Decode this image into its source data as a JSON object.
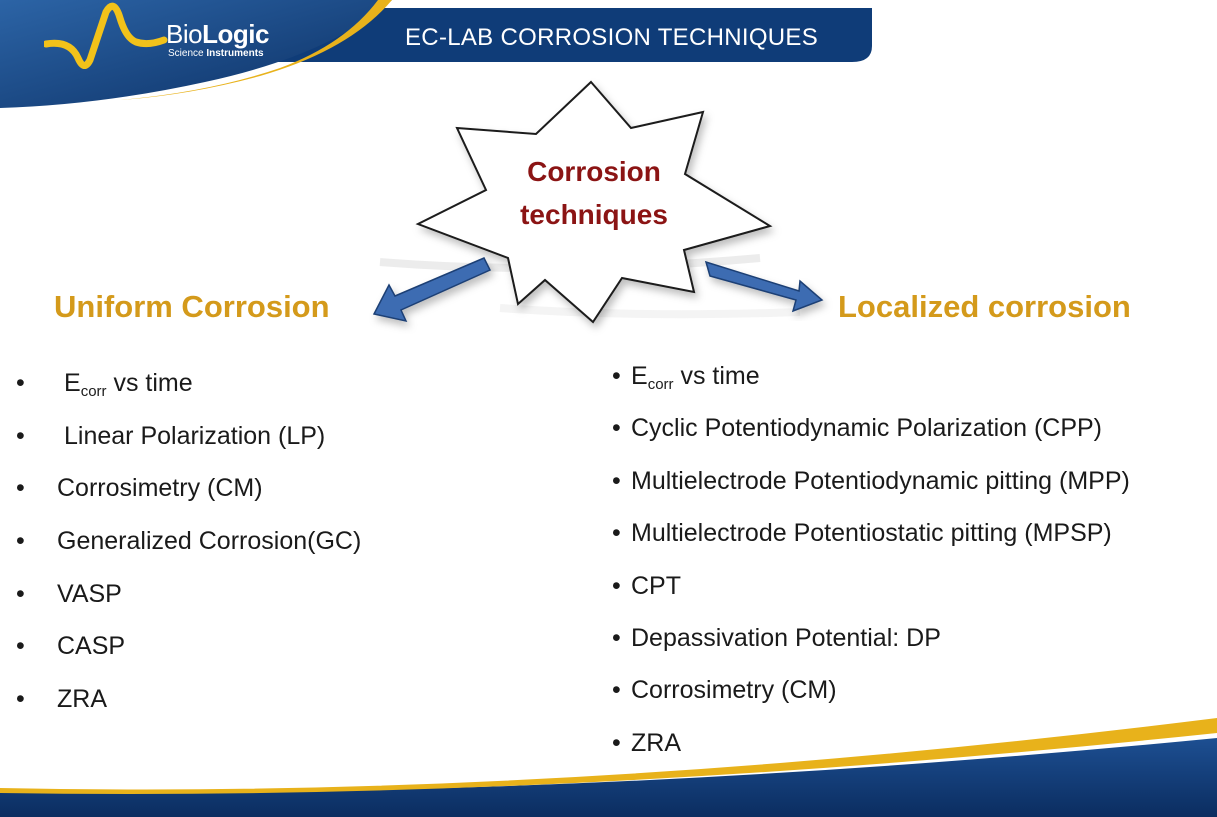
{
  "header": {
    "brand_prefix": "Bio",
    "brand_bold": "Logic",
    "brand_sub_prefix": "Science ",
    "brand_sub_bold": "Instruments",
    "title": "EC-LAB CORROSION TECHNIQUES"
  },
  "diagram": {
    "center_line1": "Corrosion",
    "center_line2": "techniques"
  },
  "left": {
    "heading": "Uniform Corrosion",
    "items": [
      {
        "main": "E",
        "sub": "corr",
        "rest": " vs time"
      },
      {
        "main": "Linear Polarization (LP)"
      },
      {
        "main": "Corrosimetry (CM)"
      },
      {
        "main": "Generalized Corrosion(GC)"
      },
      {
        "main": "VASP"
      },
      {
        "main": "CASP"
      },
      {
        "main": "ZRA"
      }
    ]
  },
  "right": {
    "heading": "Localized corrosion",
    "items": [
      {
        "main": "E",
        "sub": "corr",
        "rest": " vs time"
      },
      {
        "main": "Cyclic Potentiodynamic Polarization (CPP)"
      },
      {
        "main": "Multielectrode Potentiodynamic pitting (MPP)"
      },
      {
        "main": "Multielectrode Potentiostatic pitting (MPSP)"
      },
      {
        "main": "CPT"
      },
      {
        "main": "Depassivation Potential: DP"
      },
      {
        "main": "Corrosimetry (CM)"
      },
      {
        "main": "ZRA"
      }
    ]
  },
  "bullets": {
    "left": "•",
    "right": "•"
  },
  "colors": {
    "navy": "#0f3c78",
    "gold": "#e8b21b",
    "heading": "#d49a1b",
    "star_text": "#8b1414",
    "arrow": "#3e6cb2"
  },
  "icons": [
    "biologic-logo-icon",
    "star-burst-shape",
    "arrow-left-down-icon",
    "arrow-right-down-icon"
  ]
}
